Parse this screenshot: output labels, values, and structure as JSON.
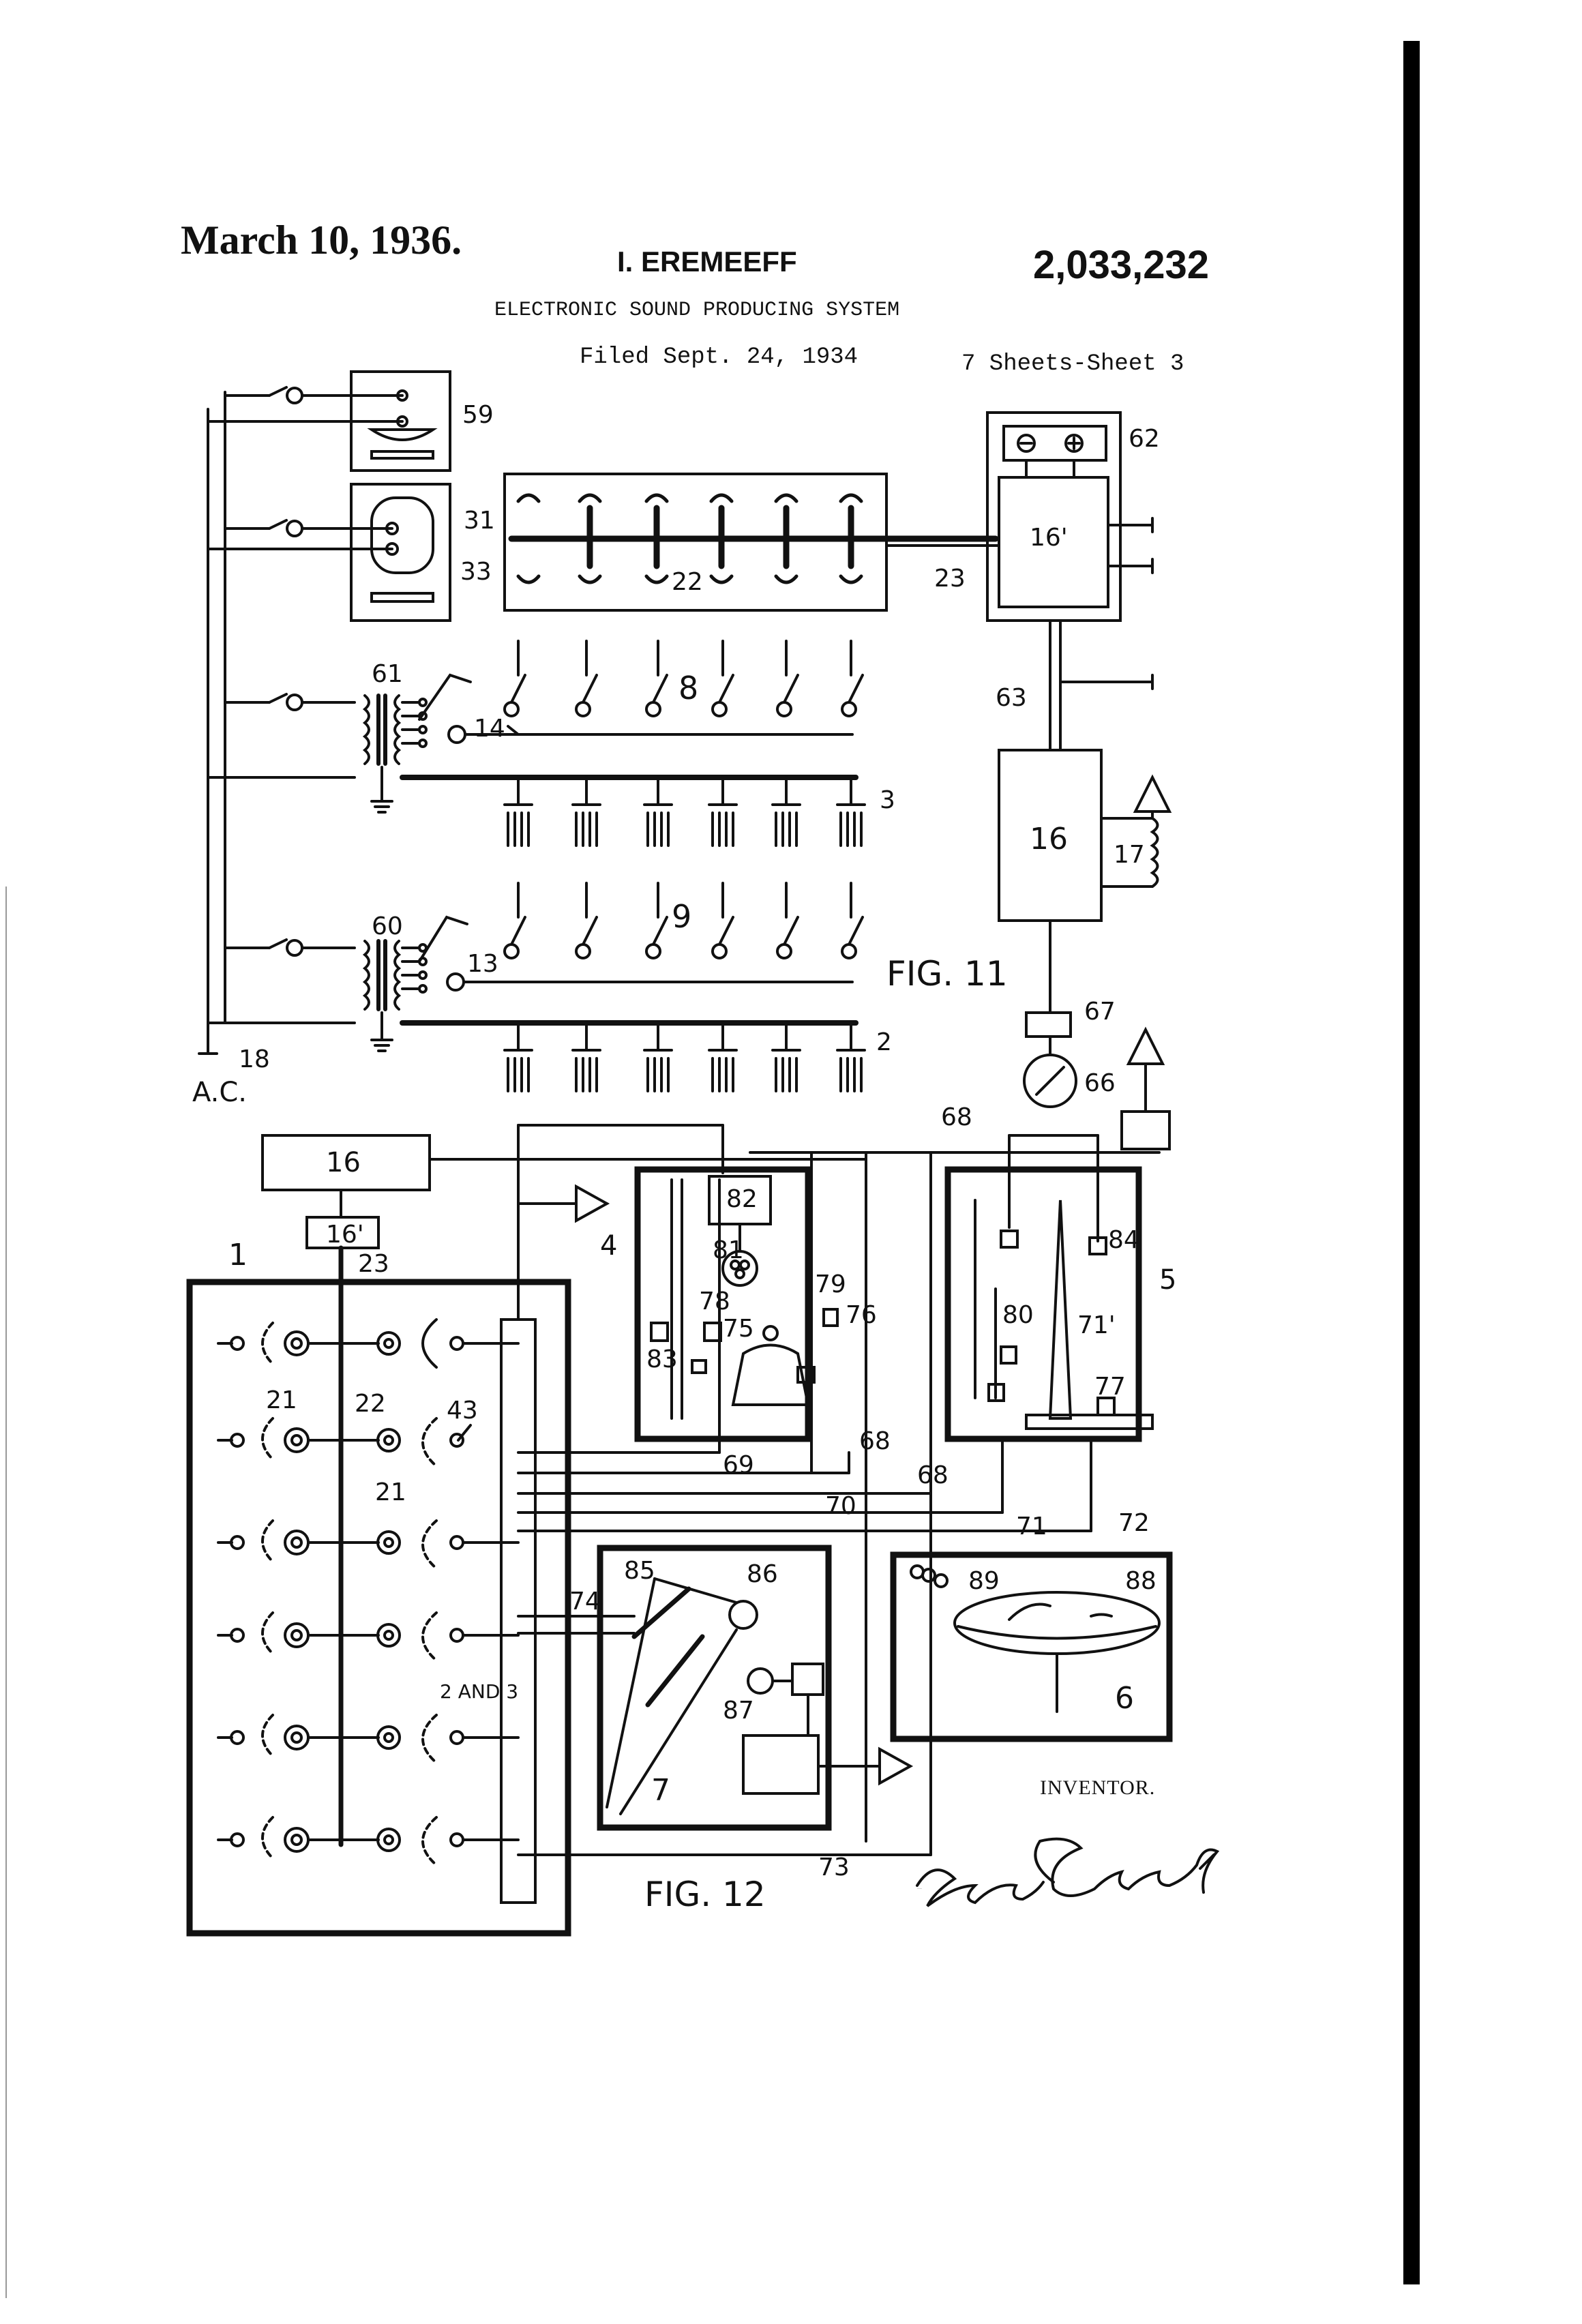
{
  "header": {
    "date": "March 10, 1936.",
    "inventor": "I. EREMEEFF",
    "patent_number": "2,033,232",
    "title": "ELECTRONIC SOUND PRODUCING SYSTEM",
    "filed": "Filed Sept. 24, 1934",
    "sheets": "7 Sheets-Sheet 3"
  },
  "figures": {
    "fig11_label": "FIG. 11",
    "fig12_label": "FIG. 12"
  },
  "labels": {
    "l59": "59",
    "l31": "31",
    "l33": "33",
    "l22": "22",
    "l23": "23",
    "l62": "62",
    "l16p": "16'",
    "l63": "63",
    "l61": "61",
    "l14": "14",
    "l8": "8",
    "l3": "3",
    "l16": "16",
    "l17": "17",
    "l60": "60",
    "l13": "13",
    "l9": "9",
    "l2": "2",
    "l67": "67",
    "l66": "66",
    "l18": "18",
    "ac": "A.C.",
    "l68a": "68",
    "b16": "16",
    "b16p": "16'",
    "b23": "23",
    "l1": "1",
    "l21a": "21",
    "l22b": "22",
    "l43": "43",
    "l21b": "21",
    "l2and3": "2 AND 3",
    "l4": "4",
    "l82": "82",
    "l81": "81",
    "l78": "78",
    "l79": "79",
    "l76": "76",
    "l75": "75",
    "l83": "83",
    "l69": "69",
    "l68b": "68",
    "l5": "5",
    "l84": "84",
    "l80": "80",
    "l71p": "71'",
    "l77": "77",
    "l68c": "68",
    "l70": "70",
    "l71": "71",
    "l72": "72",
    "l85": "85",
    "l86": "86",
    "l74": "74",
    "l87": "87",
    "l7": "7",
    "l89": "89",
    "l88": "88",
    "l6": "6",
    "l73": "73"
  },
  "footer": {
    "inventor_label": "INVENTOR.",
    "signature": "Ivan Eremeeff"
  }
}
